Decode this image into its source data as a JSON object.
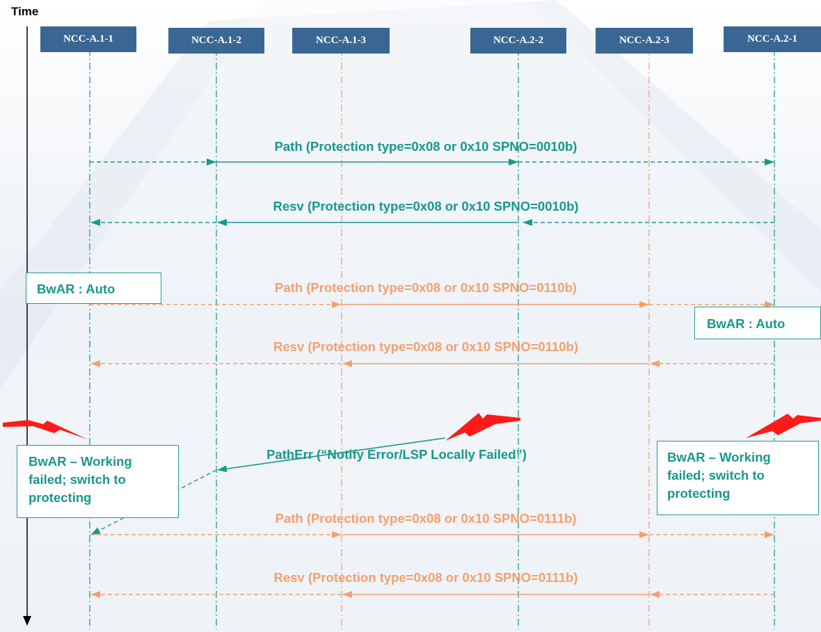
{
  "time_label": "Time",
  "nodes": [
    "NCC-A.1-1",
    "NCC-A.1-2",
    "NCC-A.1-3",
    "NCC-A.2-2",
    "NCC-A.2-3",
    "NCC-A.2-1"
  ],
  "messages": [
    {
      "label": "Path (Protection type=0x08 or 0x10 SPNO=0010b)",
      "color": "#17988e"
    },
    {
      "label": "Resv (Protection type=0x08 or 0x10 SPNO=0010b)",
      "color": "#17988e"
    },
    {
      "label": "Path (Protection type=0x08 or 0x10  SPNO=0110b)",
      "color": "#f4a06d"
    },
    {
      "label": "Resv (Protection type=0x08 or 0x10  SPNO=0110b)",
      "color": "#f4a06d"
    },
    {
      "label": "PathErr (“Notify Error/LSP Locally Failed”)",
      "color": "#17988e"
    },
    {
      "label": "Path (Protection type=0x08 or 0x10  SPNO=0111b)",
      "color": "#f4a06d"
    },
    {
      "label": "Resv (Protection type=0x08 or 0x10  SPNO=0111b)",
      "color": "#f4a06d"
    }
  ],
  "notes": {
    "bwar_auto_left": "BwAR : Auto",
    "bwar_auto_right": "BwAR : Auto",
    "bwar_fail_left": [
      "BwAR – Working",
      "failed; switch to",
      "protecting"
    ],
    "bwar_fail_right": [
      "BwAR – Working",
      "failed; switch to",
      "protecting"
    ]
  },
  "colors": {
    "node_fill": "#3a6694",
    "working": "#17988e",
    "protecting": "#f4a06d",
    "failure": "#ff1a1a"
  }
}
